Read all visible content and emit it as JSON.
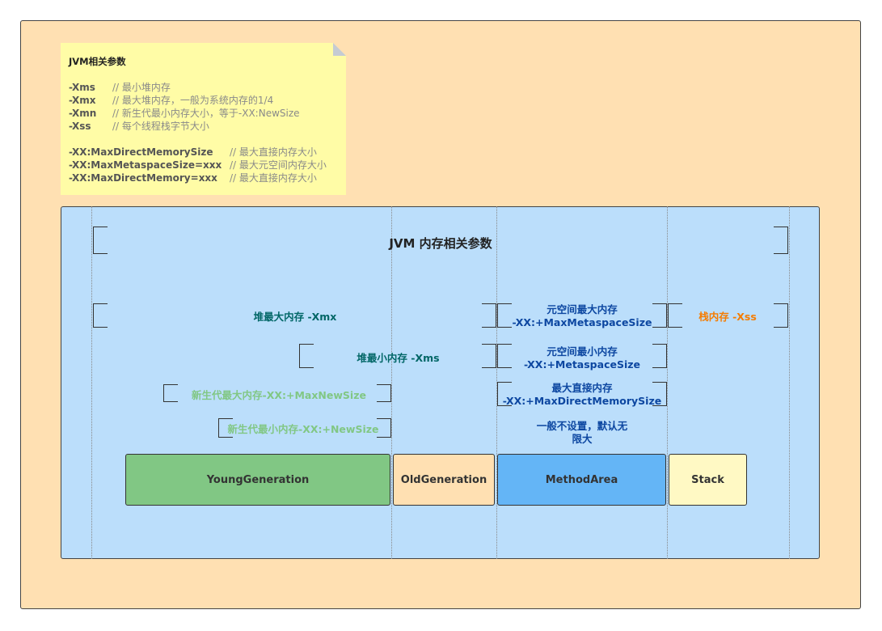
{
  "note": {
    "title": "JVM相关参数",
    "lines": [
      {
        "key": "-Xms",
        "comment": "// 最小堆内存"
      },
      {
        "key": "-Xmx",
        "comment": "// 最大堆内存，一般为系统内存的1/4"
      },
      {
        "key": "-Xmn",
        "comment": "// 新生代最小内存大小，等于-XX:NewSize"
      },
      {
        "key": "-Xss",
        "comment": "// 每个线程栈字节大小"
      },
      {
        "key": "-XX:MaxDirectMemorySize",
        "comment": "// 最大直接内存大小"
      },
      {
        "key": "-XX:MaxMetaspaceSize=xxx",
        "comment": "// 最大元空间内存大小"
      },
      {
        "key": "-XX:MaxDirectMemory=xxx",
        "comment": "// 最大直接内存大小"
      }
    ]
  },
  "diagram": {
    "title": "JVM 内存相关参数",
    "labels": {
      "heap_max": "堆最大内存 -Xmx",
      "heap_min": "堆最小内存 -Xms",
      "young_max": "新生代最大内存-XX:+MaxNewSize",
      "young_min": "新生代最小内存-XX:+NewSize",
      "meta_max_1": "元空间最大内存",
      "meta_max_2": "-XX:+MaxMetaspaceSize",
      "meta_min_1": "元空间最小内存",
      "meta_min_2": "-XX:+MetaspaceSize",
      "direct_1": "最大直接内存",
      "direct_2": "-XX:+MaxDirectMemorySize",
      "default_1": "一般不设置，默认无",
      "default_2": "限大",
      "stack": "栈内存 -Xss"
    },
    "regions": {
      "young": "YoungGeneration",
      "old": "OldGeneration",
      "method": "MethodArea",
      "stack": "Stack"
    },
    "colors": {
      "young": "#81c784",
      "old": "#ffe0b2",
      "method": "#64b5f6",
      "stack": "#fff9c4",
      "heap_text": "#006666",
      "young_text": "#81c784",
      "meta_text": "#0d47a1",
      "stack_text": "#f57c00"
    }
  }
}
